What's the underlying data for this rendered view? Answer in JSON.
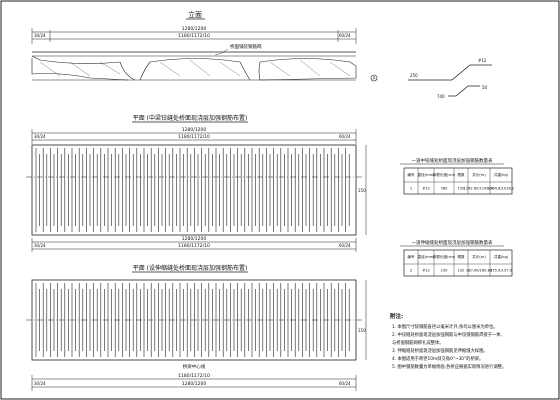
{
  "elevation": {
    "title": "立面",
    "dim_total": "1280/1200",
    "dim_sub": "1180/1172/10",
    "end_left": "30/24",
    "end_right": "60/24",
    "note": "桥面铺装钢筋网",
    "mark": "A"
  },
  "detail": {
    "dims": [
      "250",
      "#12",
      "740",
      "50"
    ]
  },
  "plan1": {
    "title": "平面 (中梁铰缝处桥面现浇层加强钢筋布置)",
    "dim_top": "1280/1200",
    "dim_sub": "1180/1172/10",
    "end_left": "30/24",
    "end_right": "60/24",
    "side_dim": "150",
    "dim_bottom": "1280/1200",
    "dim_bottom_sub": "1180/1172/10",
    "bottom_left": "30/24",
    "bottom_right": "60/24"
  },
  "plan2": {
    "title": "平面 (设伸缩缝处桥面现浇层加强钢筋布置)",
    "side_dim": "150",
    "center_label": "桥梁中心线",
    "dim_bottom": "1180/1172/10",
    "dim_total": "1280/1200",
    "bottom_left": "30/24",
    "bottom_right": "60/24"
  },
  "table1": {
    "title": "一道中铰缝处桥面现浇层加强钢筋数量表",
    "headers": [
      "编号",
      "直径(mm)",
      "单根长度(cm)",
      "根数",
      "共长(m)",
      "共重(kg)"
    ],
    "rows": [
      [
        "1",
        "#12",
        "780",
        "150",
        "1242.60/1146.50",
        "1104.8/1018.2"
      ]
    ]
  },
  "table2": {
    "title": "一道伸缩缝处桥面现浇层加强钢筋数量表",
    "headers": [
      "编号",
      "直径(mm)",
      "单根长度(cm)",
      "根数",
      "共长(m)",
      "共重(kg)"
    ],
    "rows": [
      [
        "2",
        "#12",
        "150",
        "120",
        "180.00/160.80",
        "175.9/157.0"
      ]
    ]
  },
  "notes": {
    "title": "附注:",
    "items": [
      "1. 本图尺寸除钢筋直径以毫米计外,余均以厘米为单位。",
      "2. 中铰缝处桥面现浇层加强钢筋与中铰缝钢筋焊接于一体,",
      "   与桥面钢筋网绑扎成整体。",
      "3. 伸缩缝处桥面现浇层加强钢筋见伸缩缝大样图。",
      "4. 本图适用于跨径10m斜交角0°~30°的桥梁。",
      "5. 图中钢筋数量为单幅桥面,各桥应根据实际情况进行调整。"
    ]
  }
}
